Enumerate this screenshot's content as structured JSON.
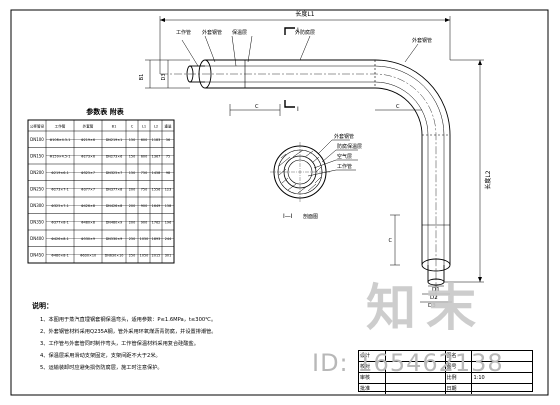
{
  "drawing": {
    "dimension_length": "长度L1",
    "dimension_arc": "长度L2",
    "labels": {
      "work_pipe": "工作管",
      "outer_sleeve": "外套钢管",
      "insulation": "保温层",
      "outer_anticorrosion": "外防腐层",
      "sleeve_top": "外套钢管"
    },
    "section_callouts": {
      "mark": "I",
      "sleeve": "外套钢管",
      "anti_layer": "防腐保温层",
      "air_layer": "空气层",
      "work_pipe": "工作管"
    },
    "section_title": "I—I",
    "section_subtitle": "剖面图",
    "dims": {
      "d1": "D1",
      "d2": "D2",
      "d3": "D3",
      "b1": "B1",
      "c": "C"
    }
  },
  "parameter_table": {
    "title": "参数表 附表",
    "headers": [
      "公称管径",
      "工作管",
      "外套管",
      "B1",
      "C",
      "L1",
      "L2",
      "重量"
    ],
    "rows": [
      {
        "dn": "DN100",
        "work": "Φ108×4.5-1",
        "outer": "Φ219×6",
        "b1": "DN219×1",
        "c": "150",
        "l1": "600",
        "l2": "1183",
        "w": "56"
      },
      {
        "dn": "DN150",
        "work": "Φ159×4.5-1",
        "outer": "Φ273×6",
        "b1": "DN273×6",
        "c": "150",
        "l1": "600",
        "l2": "1367",
        "w": "75"
      },
      {
        "dn": "DN200",
        "work": "Φ219×6-1",
        "outer": "Φ325×7",
        "b1": "DN325×7",
        "c": "150",
        "l1": "750",
        "l2": "1458",
        "w": "98"
      },
      {
        "dn": "DN250",
        "work": "Φ273×7-1",
        "outer": "Φ377×7",
        "b1": "DN377×8",
        "c": "200",
        "l1": "750",
        "l2": "1556",
        "w": "123"
      },
      {
        "dn": "DN300",
        "work": "Φ325×7-1",
        "outer": "Φ426×8",
        "b1": "DN426×8",
        "c": "200",
        "l1": "900",
        "l2": "1649",
        "w": "158"
      },
      {
        "dn": "DN350",
        "work": "Φ377×8-1",
        "outer": "Φ480×8",
        "b1": "DN480×9",
        "c": "200",
        "l1": "900",
        "l2": "1762",
        "w": "196"
      },
      {
        "dn": "DN400",
        "work": "Φ426×8-1",
        "outer": "Φ530×9",
        "b1": "DN530×9",
        "c": "250",
        "l1": "1050",
        "l2": "1893",
        "w": "244"
      },
      {
        "dn": "DN450",
        "work": "Φ480×8-1",
        "outer": "Φ630×10",
        "b1": "DN630×10",
        "c": "250",
        "l1": "1050",
        "l2": "2015",
        "w": "301"
      }
    ]
  },
  "notes": {
    "title": "说明：",
    "items": [
      "1、本图用于蒸汽直埋钢套钢保温弯头，适用参数：P≤1.6MPa，t≤300℃。",
      "2、外套钢管材料采用Q235A钢，管外采用环氧煤沥青防腐，并设置排潮管。",
      "3、工作管与外套管同时制作弯头，工作管保温材料采用复合硅酸盐。",
      "4、保温层采用滑动支架固定，支架间距不大于2米。",
      "5、运输装卸时应避免损伤防腐层，施工时注意保护。"
    ]
  },
  "title_block": {
    "rows": [
      [
        "设计",
        "",
        "图名",
        ""
      ],
      [
        "校对",
        "",
        "图号",
        ""
      ],
      [
        "审核",
        "",
        "比例",
        "1:10"
      ],
      [
        "批准",
        "",
        "日期",
        ""
      ]
    ]
  },
  "watermark": {
    "logo": "知末",
    "id": "ID: 165462138"
  }
}
